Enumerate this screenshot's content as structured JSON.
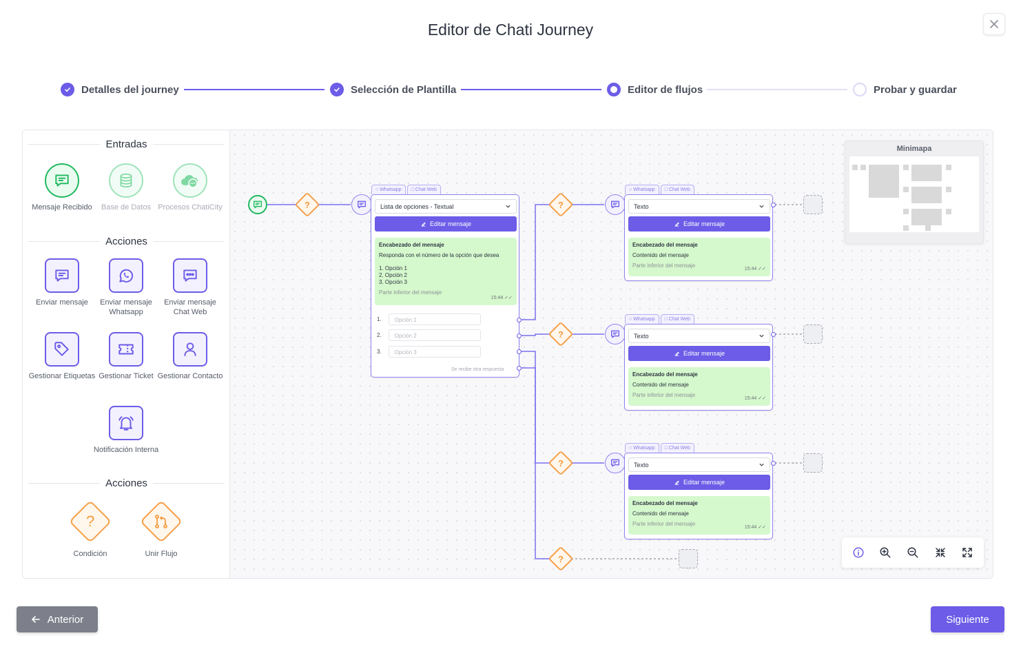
{
  "header": {
    "title": "Editor de Chati Journey"
  },
  "stepper": [
    {
      "label": "Detalles del journey",
      "state": "done"
    },
    {
      "label": "Selección de Plantilla",
      "state": "done"
    },
    {
      "label": "Editor de flujos",
      "state": "current"
    },
    {
      "label": "Probar y guardar",
      "state": "todo"
    }
  ],
  "sidebar": {
    "sections": [
      "Entradas",
      "Acciones",
      "Acciones"
    ],
    "entradas": [
      {
        "label": "Mensaje Recibido",
        "icon": "message-icon"
      },
      {
        "label": "Base de Datos",
        "icon": "database-icon"
      },
      {
        "label": "Procesos ChatiCity",
        "icon": "cloud-chat-icon"
      }
    ],
    "acciones": [
      {
        "label": "Enviar mensaje",
        "icon": "message-icon"
      },
      {
        "label": "Enviar mensaje Whatsapp",
        "icon": "whatsapp-icon"
      },
      {
        "label": "Enviar mensaje Chat Web",
        "icon": "chat-web-icon"
      },
      {
        "label": "Gestionar Etiquetas",
        "icon": "tag-icon"
      },
      {
        "label": "Gestionar Ticket",
        "icon": "ticket-icon"
      },
      {
        "label": "Gestionar Contacto",
        "icon": "user-icon"
      },
      {
        "label": "Notificación Interna",
        "icon": "bell-icon"
      }
    ],
    "logica": [
      {
        "label": "Condición",
        "icon": "question-icon"
      },
      {
        "label": "Unir Flujo",
        "icon": "merge-icon"
      }
    ]
  },
  "canvas": {
    "tags": [
      "Whatsapp",
      "Chat Web"
    ],
    "condition_symbol": "?",
    "main_card": {
      "select": "Lista de opciones - Textual",
      "button": "Editar mensaje",
      "bubble": {
        "header": "Encabezado del mensaje",
        "body": "Responda con el número de la opción que desea",
        "items": [
          "1. Opción 1",
          "2. Opción 2",
          "3. Opción 3"
        ],
        "footer": "Parte inferior del mensaje",
        "time": "15:44"
      },
      "options": [
        {
          "num": "1.",
          "placeholder": "Opción 1"
        },
        {
          "num": "2.",
          "placeholder": "Opción 2"
        },
        {
          "num": "3.",
          "placeholder": "Opción 3"
        }
      ],
      "other": "Se recibe otra respuesta"
    },
    "text_cards": [
      {
        "select": "Texto",
        "button": "Editar mensaje",
        "header": "Encabezado del mensaje",
        "body": "Contenido del mensaje",
        "footer": "Parte inferior del mensaje",
        "time": "15:44"
      },
      {
        "select": "Texto",
        "button": "Editar mensaje",
        "header": "Encabezado del mensaje",
        "body": "Contenido del mensaje",
        "footer": "Parte inferior del mensaje",
        "time": "15:44"
      },
      {
        "select": "Texto",
        "button": "Editar mensaje",
        "header": "Encabezado del mensaje",
        "body": "Contenido del mensaje",
        "footer": "Parte inferior del mensaje",
        "time": "15:44"
      }
    ],
    "minimap": {
      "title": "Minimapa"
    }
  },
  "footer": {
    "prev": "Anterior",
    "next": "Siguiente"
  },
  "colors": {
    "accent": "#6c5ce7",
    "green": "#22b861",
    "orange": "#f5a04a",
    "bubble": "#d5f8cd"
  }
}
